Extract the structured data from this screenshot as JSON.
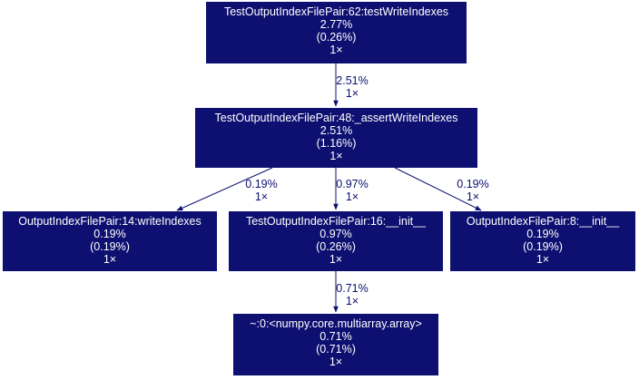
{
  "nodes": {
    "write_indexes_test": {
      "name": "TestOutputIndexFilePair:62:testWriteIndexes",
      "total": "2.77%",
      "self": "(0.26%)",
      "calls": "1×"
    },
    "assert_write_indexes": {
      "name": "TestOutputIndexFilePair:48:_assertWriteIndexes",
      "total": "2.51%",
      "self": "(1.16%)",
      "calls": "1×"
    },
    "write_indexes": {
      "name": "OutputIndexFilePair:14:writeIndexes",
      "total": "0.19%",
      "self": "(0.19%)",
      "calls": "1×"
    },
    "test_init": {
      "name": "TestOutputIndexFilePair:16:__init__",
      "total": "0.97%",
      "self": "(0.26%)",
      "calls": "1×"
    },
    "pair_init": {
      "name": "OutputIndexFilePair:8:__init__",
      "total": "0.19%",
      "self": "(0.19%)",
      "calls": "1×"
    },
    "numpy_array": {
      "name": "~:0:<numpy.core.multiarray.array>",
      "total": "0.71%",
      "self": "(0.71%)",
      "calls": "1×"
    }
  },
  "edges": {
    "e1": {
      "pct": "2.51%",
      "calls": "1×"
    },
    "e2": {
      "pct": "0.19%",
      "calls": "1×"
    },
    "e3": {
      "pct": "0.97%",
      "calls": "1×"
    },
    "e4": {
      "pct": "0.19%",
      "calls": "1×"
    },
    "e5": {
      "pct": "0.71%",
      "calls": "1×"
    }
  },
  "colors": {
    "node_fill": "#0d1070",
    "node_text": "#ffffff",
    "edge": "#0d1070"
  }
}
